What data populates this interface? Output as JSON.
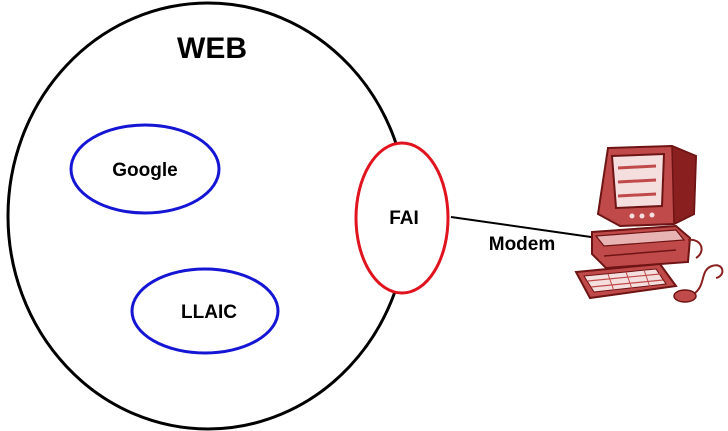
{
  "diagram": {
    "web_label": "WEB",
    "google_label": "Google",
    "llaic_label": "LLAIC",
    "fai_label": "FAI",
    "modem_label": "Modem"
  },
  "colors": {
    "web_outline": "#000000",
    "site_outline": "#1515d4",
    "fai_outline": "#e0141e",
    "connection_line": "#000000",
    "computer_fill": "#c04a4a",
    "computer_dark": "#8a1f1f",
    "computer_light": "#f4dede"
  },
  "icons": {
    "computer": "desktop-computer-icon"
  }
}
